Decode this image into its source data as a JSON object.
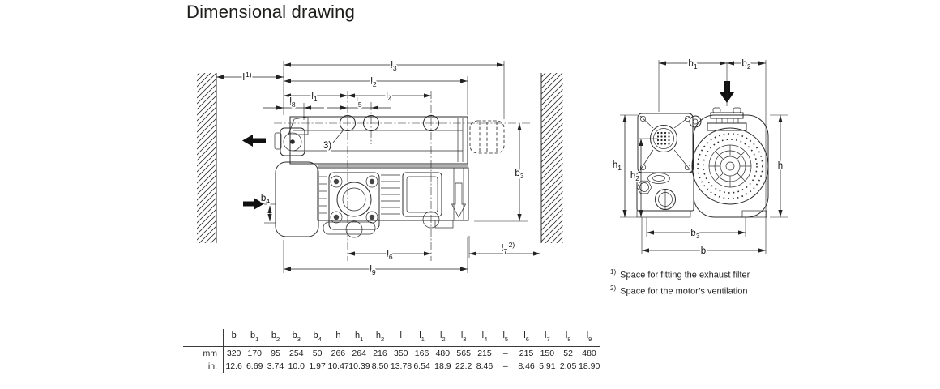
{
  "title": "Dimensional drawing",
  "side_view": {
    "labels": {
      "l": {
        "base": "l",
        "sup": "1)"
      },
      "l1": {
        "base": "l",
        "sub": "1"
      },
      "l2": {
        "base": "l",
        "sub": "2"
      },
      "l3": {
        "base": "l",
        "sub": "3"
      },
      "l4": {
        "base": "l",
        "sub": "4"
      },
      "l5": {
        "base": "l",
        "sub": "5"
      },
      "l6": {
        "base": "l",
        "sub": "6"
      },
      "l7": {
        "base": "l",
        "sub": "7",
        "sup": "2)"
      },
      "l8": {
        "base": "l",
        "sub": "8"
      },
      "l9": {
        "base": "l",
        "sub": "9"
      },
      "b3": {
        "base": "b",
        "sub": "3"
      },
      "b4": {
        "base": "b",
        "sub": "4"
      },
      "note": "3)"
    }
  },
  "front_view": {
    "labels": {
      "b": {
        "base": "b"
      },
      "b1": {
        "base": "b",
        "sub": "1"
      },
      "b2": {
        "base": "b",
        "sub": "2"
      },
      "b3": {
        "base": "b",
        "sub": "3"
      },
      "h": {
        "base": "h"
      },
      "h1": {
        "base": "h",
        "sub": "1"
      },
      "h2": {
        "base": "h",
        "sub": "2"
      }
    }
  },
  "footnotes": [
    {
      "marker": "1)",
      "text": "Space for fitting the exhaust filter"
    },
    {
      "marker": "2)",
      "text": "Space for the motor’s ventilation"
    }
  ],
  "table": {
    "row_labels": [
      "mm",
      "in."
    ],
    "columns": [
      {
        "base": "b",
        "sub": ""
      },
      {
        "base": "b",
        "sub": "1"
      },
      {
        "base": "b",
        "sub": "2"
      },
      {
        "base": "b",
        "sub": "3"
      },
      {
        "base": "b",
        "sub": "4"
      },
      {
        "base": "h",
        "sub": ""
      },
      {
        "base": "h",
        "sub": "1"
      },
      {
        "base": "h",
        "sub": "2"
      },
      {
        "base": "l",
        "sub": ""
      },
      {
        "base": "l",
        "sub": "1"
      },
      {
        "base": "l",
        "sub": "2"
      },
      {
        "base": "l",
        "sub": "3"
      },
      {
        "base": "l",
        "sub": "4"
      },
      {
        "base": "l",
        "sub": "5"
      },
      {
        "base": "l",
        "sub": "6"
      },
      {
        "base": "l",
        "sub": "7"
      },
      {
        "base": "l",
        "sub": "8"
      },
      {
        "base": "l",
        "sub": "9"
      }
    ],
    "rows": [
      [
        "320",
        "170",
        "95",
        "254",
        "50",
        "266",
        "264",
        "216",
        "350",
        "166",
        "480",
        "565",
        "215",
        "–",
        "215",
        "150",
        "52",
        "480"
      ],
      [
        "12.6",
        "6.69",
        "3.74",
        "10.0",
        "1.97",
        "10.47",
        "10.39",
        "8.50",
        "13.78",
        "6.54",
        "18.9",
        "22.2",
        "8.46",
        "–",
        "8.46",
        "5.91",
        "2.05",
        "18.90"
      ]
    ]
  },
  "colors": {
    "line": "#2b2b2b",
    "text": "#111111",
    "background": "#ffffff"
  }
}
